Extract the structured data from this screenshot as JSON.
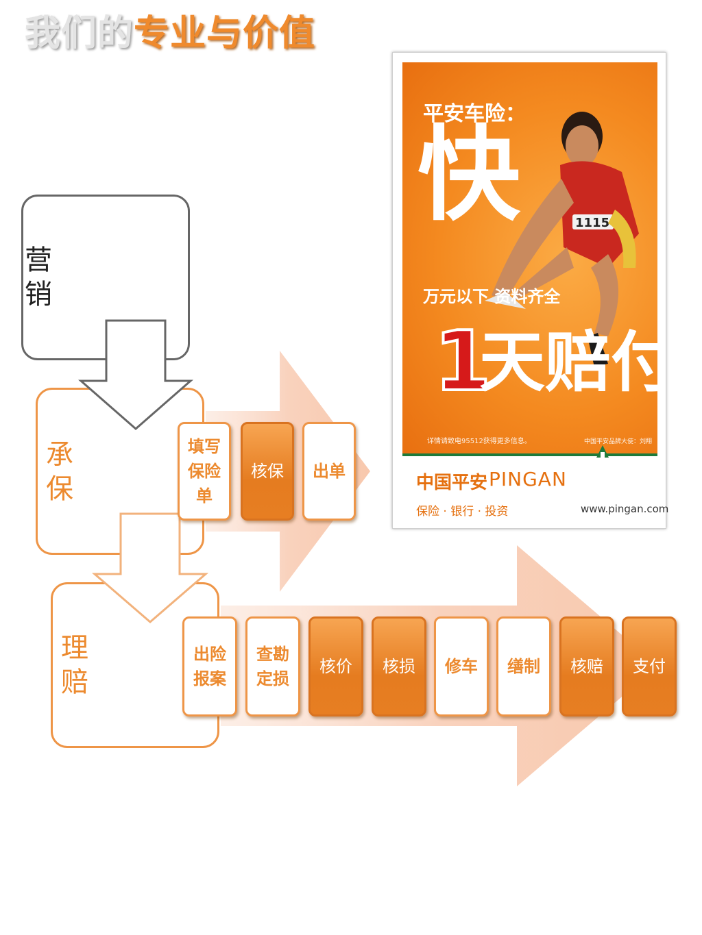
{
  "title": {
    "part1": "我们的",
    "part2": "专业与价值"
  },
  "stages": {
    "marketing": {
      "label": "营销"
    },
    "underwriting": {
      "label": "承保"
    },
    "claims": {
      "label": "理赔"
    }
  },
  "underwriting_steps": [
    {
      "label": "填写保险单",
      "style": "light"
    },
    {
      "label": "核保",
      "style": "dark"
    },
    {
      "label": "出单",
      "style": "light"
    }
  ],
  "claims_steps": [
    {
      "label": "出险报案",
      "style": "light"
    },
    {
      "label": "查勘定损",
      "style": "light"
    },
    {
      "label": "核价",
      "style": "dark"
    },
    {
      "label": "核损",
      "style": "dark"
    },
    {
      "label": "修车",
      "style": "light"
    },
    {
      "label": "缮制",
      "style": "light"
    },
    {
      "label": "核赔",
      "style": "dark"
    },
    {
      "label": "支付",
      "style": "dark"
    }
  ],
  "poster": {
    "headline": "平安车险：",
    "big_char": "快",
    "subline": "万元以下 资料齐全",
    "number": "1",
    "slogan": "天赔付",
    "fine_print": "详情请致电95512获得更多信息。",
    "fine_print_right": "中国平安品牌大使：刘翔",
    "bib": "1115",
    "brand_cn": "中国平安",
    "brand_en": "PINGAN",
    "tagline": "保险 · 银行 · 投资",
    "url": "www.pingan.com"
  },
  "colors": {
    "accent": "#ef8a2d",
    "accent_dark": "#e57c20",
    "arrow_fill": "#f9d2bd",
    "marketing_border": "#666666"
  }
}
